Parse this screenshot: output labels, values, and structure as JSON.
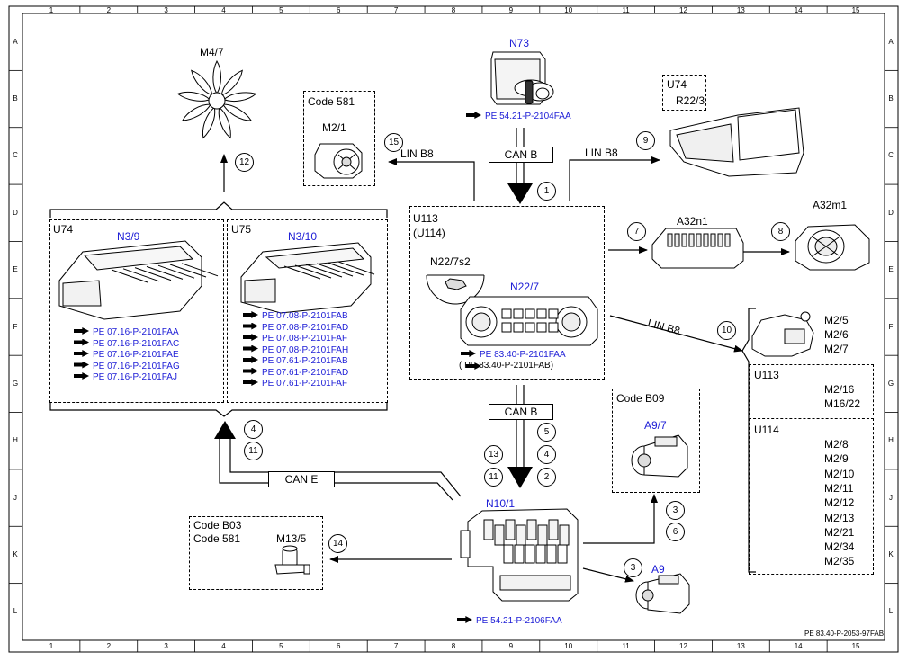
{
  "grid": {
    "columns": [
      "1",
      "2",
      "3",
      "4",
      "5",
      "6",
      "7",
      "8",
      "9",
      "10",
      "11",
      "12",
      "13",
      "14",
      "15"
    ],
    "rows": [
      "A",
      "B",
      "C",
      "D",
      "E",
      "F",
      "G",
      "H",
      "J",
      "K",
      "L"
    ]
  },
  "footer": {
    "doc_id": "PE 83.40-P-2053-97FAB"
  },
  "components": {
    "m4_7": {
      "label": "M4/7"
    },
    "n73": {
      "label": "N73",
      "ref": "PE 54.21-P-2104FAA"
    },
    "code581_box": {
      "code": "Code 581",
      "label": "M2/1"
    },
    "u74_r22": {
      "group": "U74",
      "label": "R22/3"
    },
    "u74_box": {
      "group": "U74",
      "label": "N3/9",
      "refs": [
        "PE 07.16-P-2101FAA",
        "PE 07.16-P-2101FAC",
        "PE 07.16-P-2101FAE",
        "PE 07.16-P-2101FAG",
        "PE 07.16-P-2101FAJ"
      ]
    },
    "u75_box": {
      "group": "U75",
      "label": "N3/10",
      "refs": [
        "PE 07.08-P-2101FAB",
        "PE 07.08-P-2101FAD",
        "PE 07.08-P-2101FAF",
        "PE 07.08-P-2101FAH",
        "PE 07.61-P-2101FAB",
        "PE 07.61-P-2101FAD",
        "PE 07.61-P-2101FAF"
      ]
    },
    "main_box": {
      "group1": "U113",
      "group2": "(U114)",
      "switch_label": "N22/7s2",
      "label": "N22/7",
      "ref1": "PE 83.40-P-2101FAA",
      "ref2": "(    PE 83.40-P-2101FAB)"
    },
    "a32n1": {
      "label": "A32n1"
    },
    "a32m1": {
      "label": "A32m1"
    },
    "motors": {
      "top": [
        "M2/5",
        "M2/6",
        "M2/7"
      ],
      "u113_group": "U113",
      "u113": [
        "M2/16",
        "M16/22"
      ],
      "u114_group": "U114",
      "u114": [
        "M2/8",
        "M2/9",
        "M2/10",
        "M2/11",
        "M2/12",
        "M2/13",
        "M2/21",
        "M2/34",
        "M2/35"
      ]
    },
    "code_b09": {
      "code": "Code B09",
      "label": "A9/7"
    },
    "code_b03": {
      "code1": "Code B03",
      "code2": "Code 581",
      "label": "M13/5"
    },
    "n10_1": {
      "label": "N10/1",
      "ref": "PE 54.21-P-2106FAA"
    },
    "a9": {
      "label": "A9"
    }
  },
  "buses": {
    "lin_left": "LIN B8",
    "lin_right": "LIN B8",
    "lin_diag": "LIN B8",
    "can_b_top": "CAN B",
    "can_b_mid": "CAN B",
    "can_e": "CAN E"
  },
  "callouts": {
    "c1": "1",
    "c2": "2",
    "c3a": "3",
    "c3b": "3",
    "c4a": "4",
    "c4b": "4",
    "c5": "5",
    "c6": "6",
    "c7": "7",
    "c8": "8",
    "c9": "9",
    "c10": "10",
    "c11a": "11",
    "c11b": "11",
    "c12": "12",
    "c13": "13",
    "c14": "14",
    "c15": "15"
  }
}
